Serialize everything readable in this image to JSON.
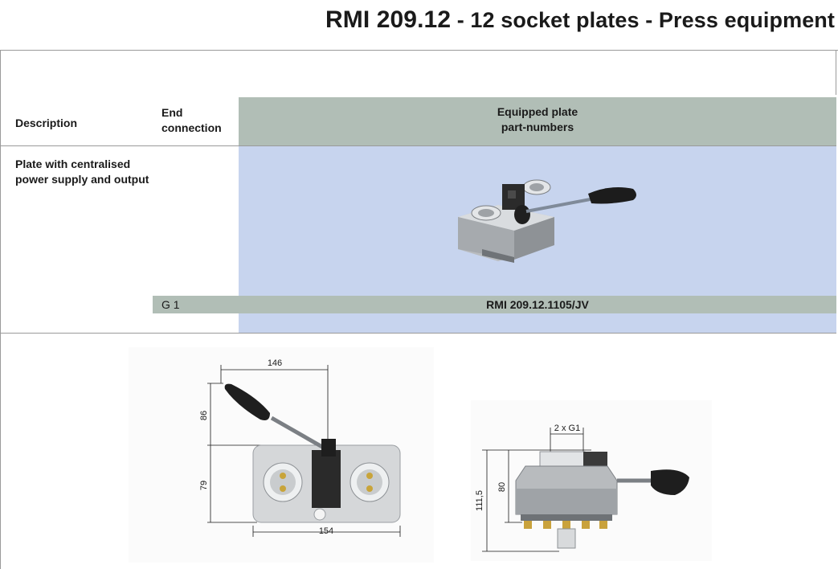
{
  "title": {
    "code": "RMI 209.12",
    "subtitle": "- 12 socket plates - Press equipment"
  },
  "table": {
    "headers": {
      "description": "Description",
      "end_connection_line1": "End",
      "end_connection_line2": "connection",
      "equipped_plate_line1": "Equipped plate",
      "equipped_plate_line2": "part-numbers"
    },
    "row": {
      "description": "Plate with centralised power supply and output",
      "end_connection": "G 1",
      "part_number": "RMI 209.12.1105/JV"
    }
  },
  "drawings": {
    "top_view": {
      "width_lever": "146",
      "height_lever": "86",
      "height_plate": "79",
      "width_plate": "154"
    },
    "side_view": {
      "port_label": "2 x G1",
      "total_height": "111,5",
      "plate_height": "80"
    }
  },
  "colors": {
    "header_band": "#b1beb6",
    "body_band": "#c7d4ee",
    "rule": "#9a9a9a"
  }
}
